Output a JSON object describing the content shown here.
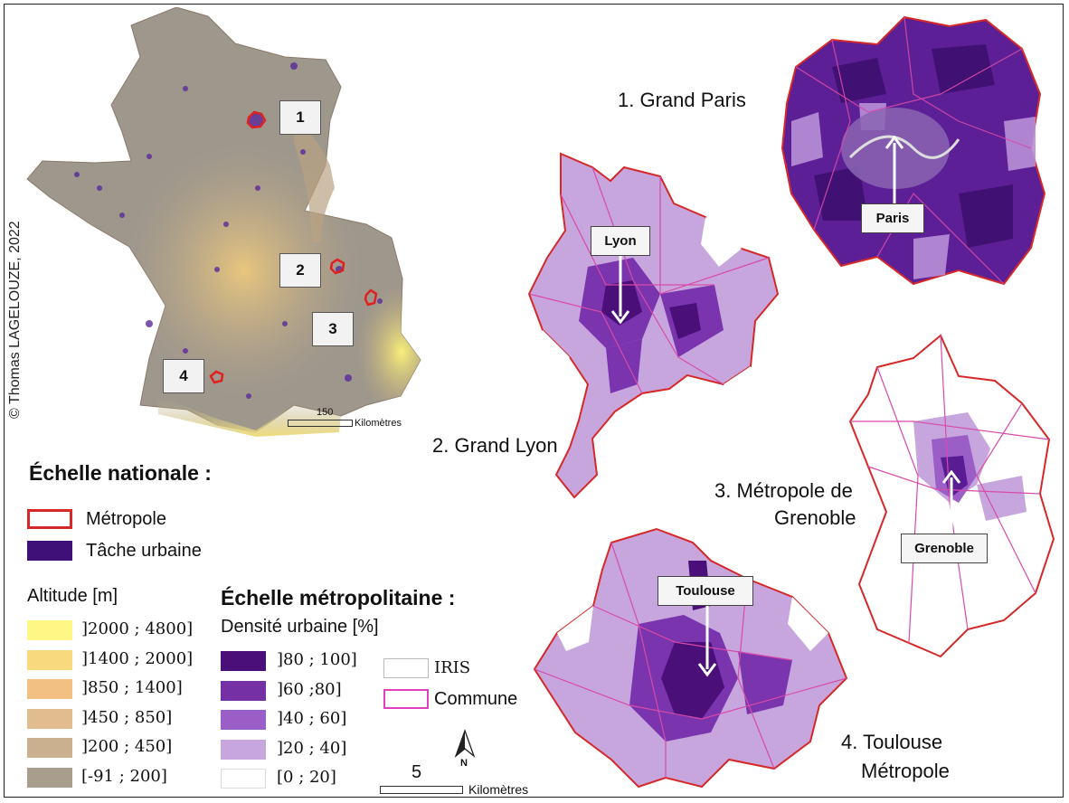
{
  "copyright": "© Thomas LAGELOUZE, 2022",
  "france_map": {
    "markers": [
      "1",
      "2",
      "3",
      "4"
    ],
    "scale_value": "150",
    "scale_unit": "Kilomètres"
  },
  "regions": {
    "paris": {
      "title": "1. Grand Paris",
      "city": "Paris"
    },
    "lyon": {
      "title": "2. Grand Lyon",
      "city": "Lyon"
    },
    "grenoble": {
      "title_line1": "3. Métropole de",
      "title_line2": "Grenoble",
      "city": "Grenoble"
    },
    "toulouse": {
      "title_line1": "4. Toulouse",
      "title_line2": "Métropole",
      "city": "Toulouse"
    }
  },
  "legend_national": {
    "heading": "Échelle nationale :",
    "metropole": "Métropole",
    "tache": "Tâche urbaine",
    "altitude_title": "Altitude [m]",
    "altitude_classes": [
      {
        "label": "]2000 ; 4800]",
        "color": "#fff785"
      },
      {
        "label": "]1400 ; 2000]",
        "color": "#f8d97e"
      },
      {
        "label": "]850 ; 1400]",
        "color": "#f2c083"
      },
      {
        "label": "]450 ; 850]",
        "color": "#e0bc8e"
      },
      {
        "label": "]200 ; 450]",
        "color": "#cbb08f"
      },
      {
        "label": "[-91 ; 200]",
        "color": "#a99d8e"
      }
    ]
  },
  "legend_metro": {
    "heading": "Échelle métropolitaine :",
    "density_title": "Densité urbaine [%]",
    "density_classes": [
      {
        "label": "]80 ; 100]",
        "color": "#4b0f7a"
      },
      {
        "label": "]60 ;80]",
        "color": "#7530a6"
      },
      {
        "label": "]40 ; 60]",
        "color": "#9a5ec6"
      },
      {
        "label": "]20 ; 40]",
        "color": "#c7a6de"
      },
      {
        "label": "[0 ; 20]",
        "color": "#ffffff"
      }
    ],
    "iris": "IRIS",
    "commune": "Commune"
  },
  "scale_metro": {
    "value": "5",
    "unit": "Kilomètres"
  },
  "north": "N",
  "colors": {
    "metropole_outline": "#d62828",
    "commune_outline": "#e040c0",
    "urban": "#3f1178"
  }
}
